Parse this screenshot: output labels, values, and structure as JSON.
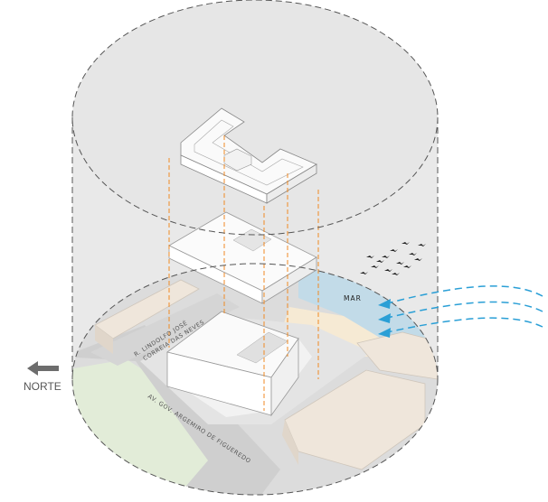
{
  "labels": {
    "mar": "MAR",
    "norte": "NORTE",
    "street_1_line_1": "R. LINDOLFO JOSÉ",
    "street_1_line_2": "CORREIA DAS NEVES",
    "street_2": "AV. GOV. ARGEMIRO DE FIGUEREDO"
  },
  "icons": [
    "arrow-left-icon",
    "wind-arrow-icon",
    "bird-icon"
  ],
  "colors": {
    "cylinder_fill": "#e9e9e9",
    "dashed_outline": "#555555",
    "projection_lines": "#f08a24",
    "sea": "#c2dbe8",
    "sun": "#f6ead4",
    "park": "#e2ecd8",
    "wind": "#2a9fd6",
    "blocks": "#efe6db"
  }
}
